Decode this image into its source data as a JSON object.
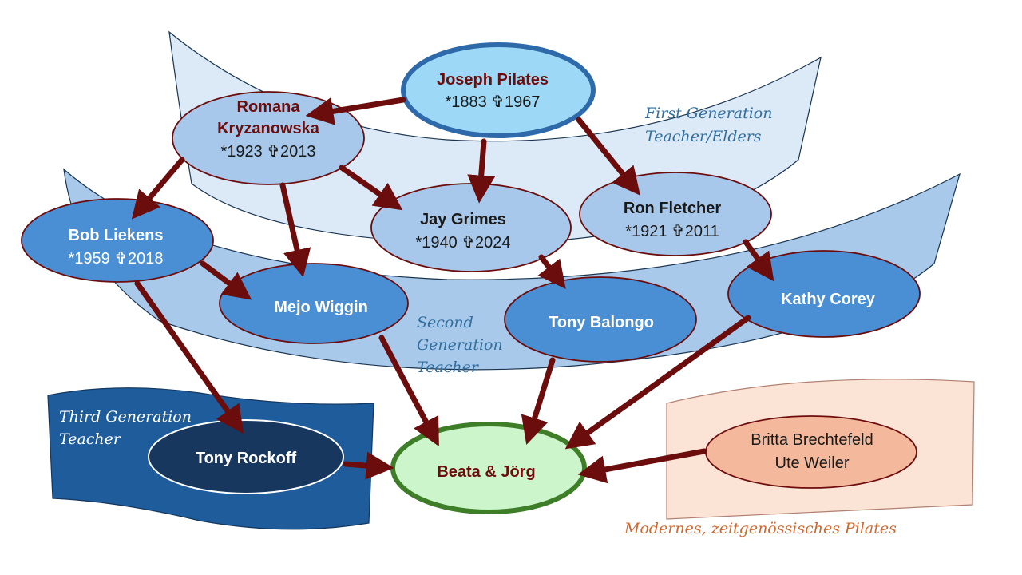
{
  "colors": {
    "arrow": "#6b0d0d",
    "elder_band": "#dce9f6",
    "second_band": "#a9c9eb",
    "third_band": "#1f5c9b",
    "modern_band": "#fbe3d6",
    "root_fill": "#9dd9f7",
    "root_stroke": "#2e6aa9",
    "elder_fill": "#a7c8ea",
    "second_fill": "#4a8ed4",
    "third_fill": "#17375e",
    "target_fill": "#ccf5cc",
    "target_stroke": "#3e7e28",
    "modern_fill": "#f4b89c",
    "name_dark": "#6b0d0d"
  },
  "bands": {
    "first": {
      "line1": "First Generation",
      "line2": "Teacher/Elders"
    },
    "second": {
      "line1": "Second",
      "line2": "Generation",
      "line3": "Teacher"
    },
    "third": {
      "line1": "Third Generation",
      "line2": "Teacher"
    },
    "modern": {
      "line1": "Modernes, zeitgenössisches Pilates"
    }
  },
  "nodes": {
    "joseph": {
      "name": "Joseph Pilates",
      "dates": "*1883 ✞1967"
    },
    "romana": {
      "name1": "Romana",
      "name2": "Kryzanowska",
      "dates": "*1923 ✞2013"
    },
    "jay": {
      "name": "Jay Grimes",
      "dates": "*1940 ✞2024"
    },
    "ron": {
      "name": "Ron Fletcher",
      "dates": "*1921 ✞2011"
    },
    "bob": {
      "name": "Bob Liekens",
      "dates": "*1959 ✞2018"
    },
    "mejo": {
      "name": "Mejo Wiggin"
    },
    "tony_b": {
      "name": "Tony Balongo"
    },
    "kathy": {
      "name": "Kathy Corey"
    },
    "tony_r": {
      "name": "Tony Rockoff"
    },
    "target": {
      "name": "Beata & Jörg"
    },
    "modern": {
      "line1": "Britta Brechtefeld",
      "line2": "Ute Weiler"
    }
  }
}
